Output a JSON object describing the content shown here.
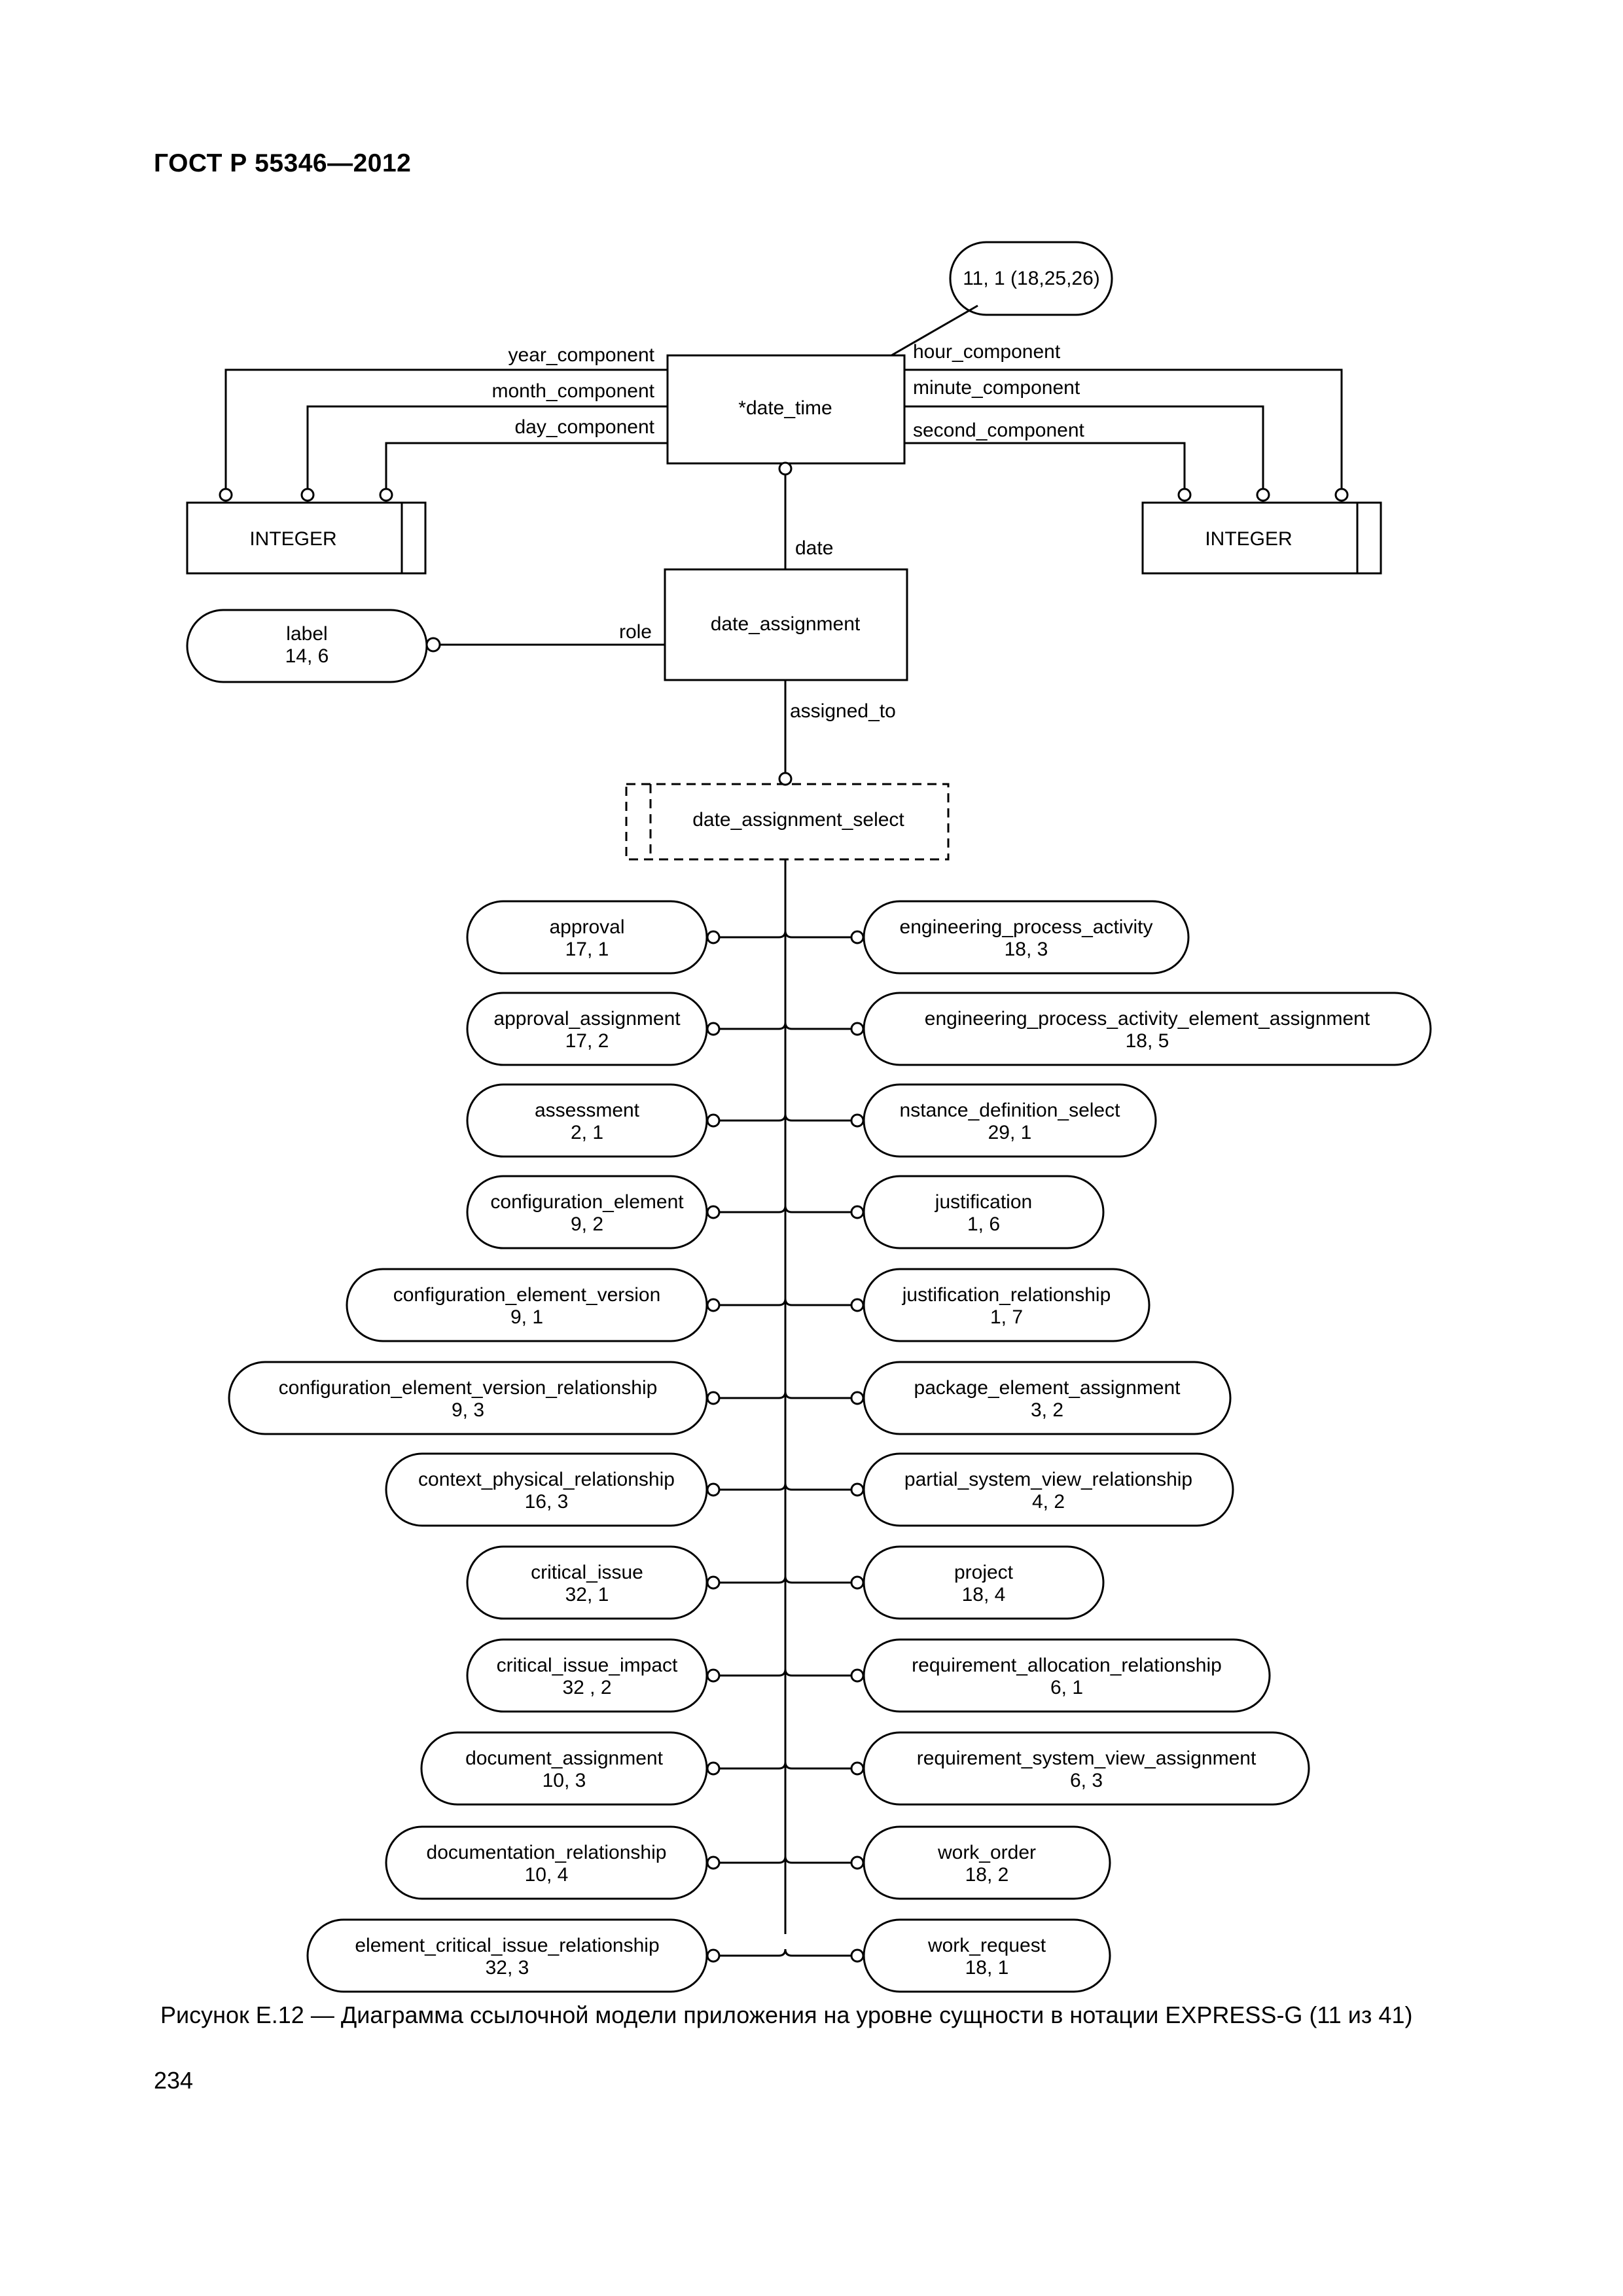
{
  "header": {
    "title": "ГОСТ Р 55346—2012"
  },
  "diagram": {
    "page_ref": "11, 1 (18,25,26)",
    "date_time": {
      "name": "*date_time",
      "left_attributes": [
        "year_component",
        "month_component",
        "day_component"
      ],
      "right_attributes": [
        "hour_component",
        "minute_component",
        "second_component"
      ]
    },
    "integer_left": "INTEGER",
    "integer_right": "INTEGER",
    "date_label": "date",
    "date_assignment": "date_assignment",
    "role_label": "role",
    "label_ref": {
      "name": "label",
      "ref": "14, 6"
    },
    "assigned_to_label": "assigned_to",
    "select": "date_assignment_select",
    "left_refs": [
      {
        "name": "approval",
        "ref": "17, 1"
      },
      {
        "name": "approval_assignment",
        "ref": "17, 2"
      },
      {
        "name": "assessment",
        "ref": "2, 1"
      },
      {
        "name": "configuration_element",
        "ref": "9, 2"
      },
      {
        "name": "configuration_element_version",
        "ref": "9, 1"
      },
      {
        "name": "configuration_element_version_relationship",
        "ref": "9, 3"
      },
      {
        "name": "context_physical_relationship",
        "ref": "16, 3"
      },
      {
        "name": "critical_issue",
        "ref": "32, 1"
      },
      {
        "name": "critical_issue_impact",
        "ref": "32 , 2"
      },
      {
        "name": "document_assignment",
        "ref": "10, 3"
      },
      {
        "name": "documentation_relationship",
        "ref": "10, 4"
      },
      {
        "name": "element_critical_issue_relationship",
        "ref": "32, 3"
      }
    ],
    "right_refs": [
      {
        "name": "engineering_process_activity",
        "ref": "18, 3"
      },
      {
        "name": "engineering_process_activity_element_assignment",
        "ref": "18, 5"
      },
      {
        "name": "nstance_definition_select",
        "ref": "29, 1"
      },
      {
        "name": "justification",
        "ref": "1, 6"
      },
      {
        "name": "justification_relationship",
        "ref": "1, 7"
      },
      {
        "name": "package_element_assignment",
        "ref": "3, 2"
      },
      {
        "name": "partial_system_view_relationship",
        "ref": "4, 2"
      },
      {
        "name": "project",
        "ref": "18, 4"
      },
      {
        "name": "requirement_allocation_relationship",
        "ref": "6, 1"
      },
      {
        "name": "requirement_system_view_assignment",
        "ref": "6, 3"
      },
      {
        "name": "work_order",
        "ref": "18, 2"
      },
      {
        "name": "work_request",
        "ref": "18, 1"
      }
    ]
  },
  "caption": "Рисунок Е.12 — Диаграмма ссылочной модели приложения на уровне сущности в нотации EXPRESS-G (11 из 41)",
  "page_number": "234"
}
